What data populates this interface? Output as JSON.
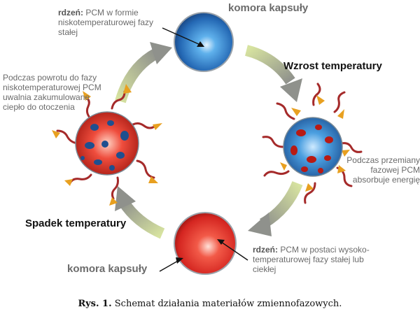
{
  "labels": {
    "capsule_top": "komora kapsuły",
    "core_top_key": "rdzeń:",
    "core_top_text": "PCM w formie niskotemperaturowej fazy stałej",
    "temp_rise": "Wzrost temperatury",
    "absorb": "Podczas przemiany fazowej PCM absorbuje energię",
    "core_bottom_key": "rdzeń:",
    "core_bottom_text": "PCM w postaci wysoko-temperaturowej fazy stałej  lub ciekłej",
    "capsule_bottom": "komora kapsuły",
    "temp_drop": "Spadek temperatury",
    "release": "Podczas powrotu do fazy niskotemperaturowej PCM uwalnia zakumulowane ciepło do otoczenia"
  },
  "caption": {
    "label": "Rys. 1.",
    "text": "Schemat działania materiałów zmiennofazowych."
  },
  "colors": {
    "cold": "#2f80c8",
    "hot": "#e0302a",
    "arrow": "#c8d98a",
    "squiggle": "#a52a2a",
    "flame": "#e8a020"
  }
}
